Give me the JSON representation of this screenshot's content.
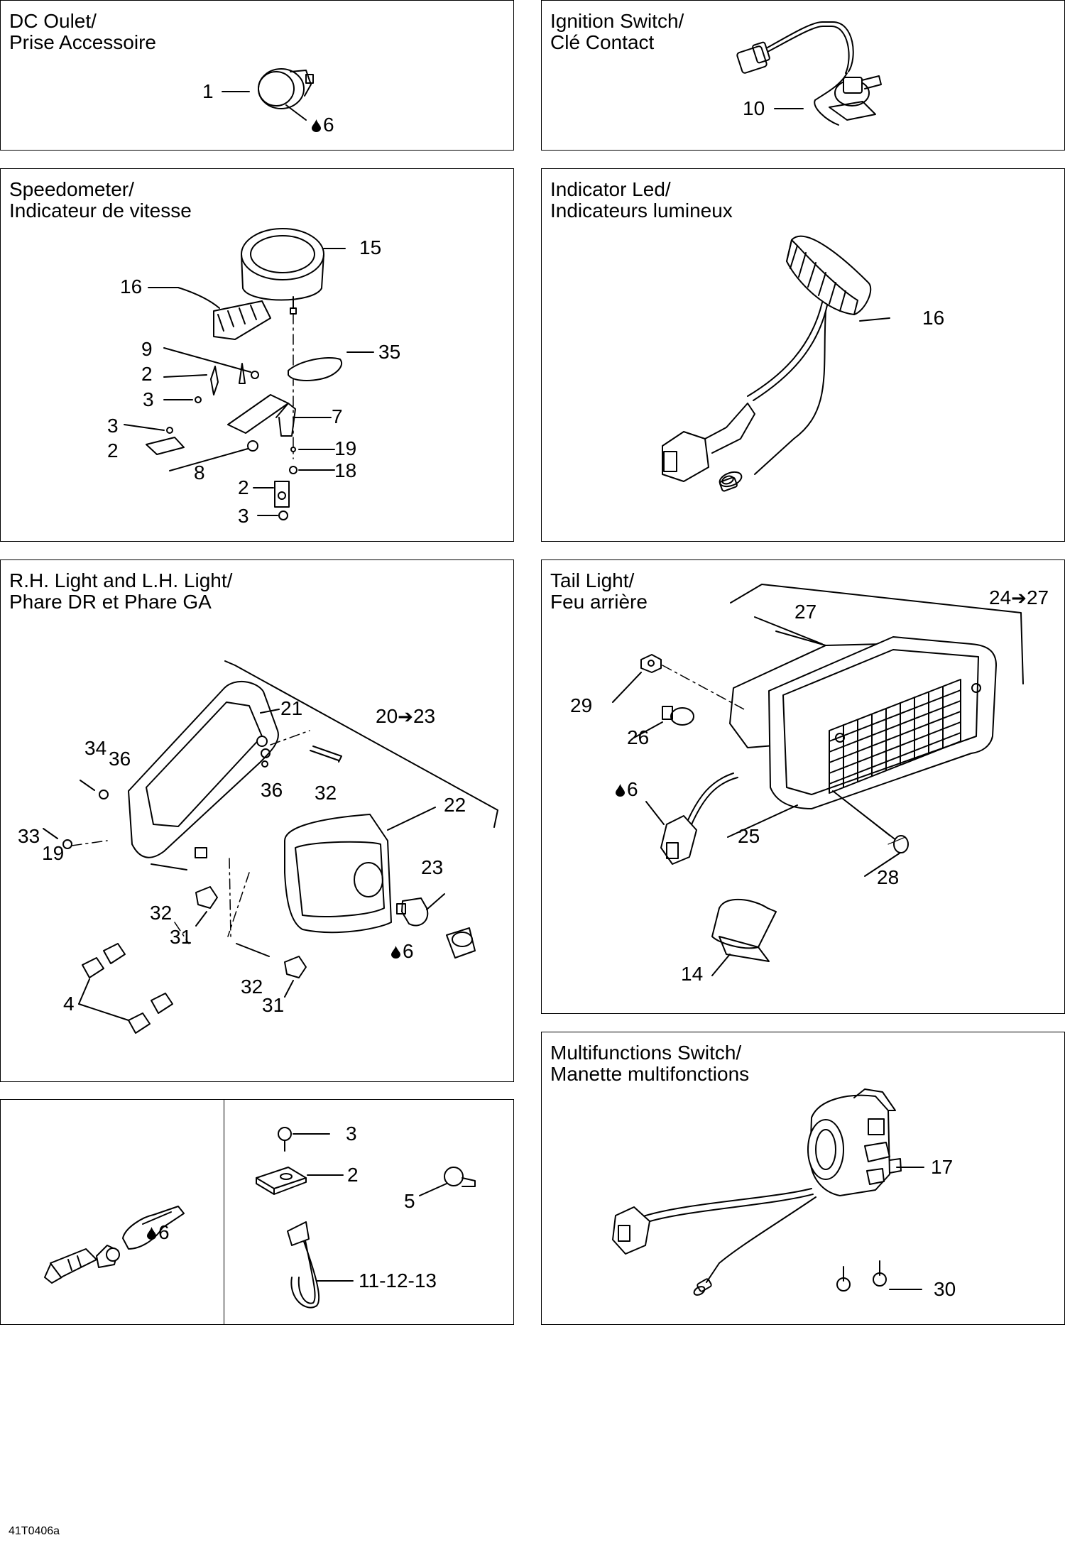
{
  "panels": {
    "dc_outlet": {
      "title1": "DC Oulet/",
      "title2": "Prise Accessoire",
      "labels": [
        "1",
        "6"
      ]
    },
    "ignition": {
      "title1": "Ignition Switch/",
      "title2": "Clé Contact",
      "labels": [
        "10"
      ]
    },
    "speedometer": {
      "title1": "Speedometer/",
      "title2": "Indicateur de vitesse",
      "labels": [
        "15",
        "16",
        "35",
        "9",
        "2",
        "3",
        "7",
        "3",
        "19",
        "2",
        "18",
        "8",
        "2",
        "3"
      ]
    },
    "indicator": {
      "title1": "Indicator Led/",
      "title2": "Indicateurs lumineux",
      "labels": [
        "16"
      ]
    },
    "lights": {
      "title1": "R.H. Light and L.H. Light/",
      "title2": "Phare DR et Phare GA",
      "labels": [
        "21",
        "20",
        "23",
        "34",
        "36",
        "36",
        "32",
        "22",
        "33",
        "19",
        "23",
        "32",
        "31",
        "6",
        "32",
        "4",
        "31"
      ]
    },
    "tail": {
      "title1": "Tail Light/",
      "title2": "Feu arrière",
      "labels": [
        "24",
        "27",
        "27",
        "29",
        "26",
        "6",
        "25",
        "28",
        "14"
      ]
    },
    "hardware": {
      "labels": [
        "6",
        "3",
        "2",
        "5",
        "11-12-13"
      ]
    },
    "multi": {
      "title1": "Multifunctions Switch/",
      "title2": "Manette multifonctions",
      "labels": [
        "17",
        "30"
      ]
    }
  },
  "arrow_glyph": "➔",
  "drawing_code": "41T0406a",
  "icons": {
    "drop": "oil-drop-icon",
    "arrow": "range-arrow-icon"
  }
}
